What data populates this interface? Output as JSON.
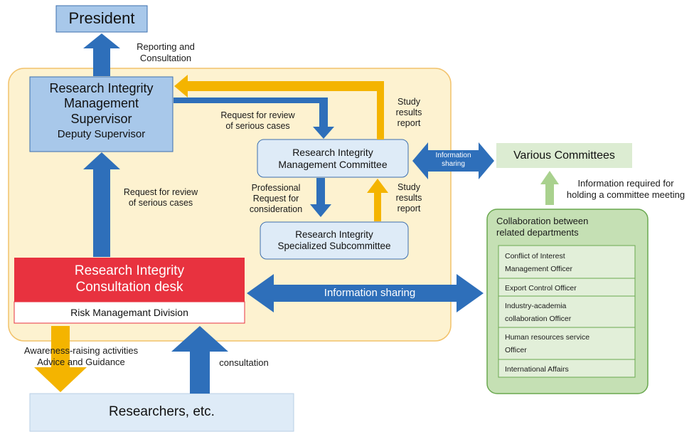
{
  "colors": {
    "blue_arrow": "#2e6fba",
    "yellow_arrow": "#f4b400",
    "green_arrow": "#a9d18e",
    "org_bg": "#fdf2d0",
    "org_border": "#f2c26b",
    "consult_red": "#e8323f",
    "green_panel": "#c5e0b4",
    "green_border": "#6aa84f",
    "light_blue": "#deebf7",
    "mid_blue": "#a8c8ea"
  },
  "nodes": {
    "president": "President",
    "supervisor": "Research Integrity\nManagement\nSupervisor",
    "deputy": "Deputy Supervisor",
    "committee": "Research Integrity\nManagement Committee",
    "subcommittee": "Research Integrity\nSpecialized Subcommittee",
    "consultation_desk": "Research Integrity\nConsultation desk",
    "risk_division": "Risk Managemant Division",
    "various": "Various Committees",
    "researchers": "Researchers, etc."
  },
  "labels": {
    "reporting": "Reporting and\nConsultation",
    "request_top": "Request for review\nof serious cases",
    "study_top": "Study\nresults\nreport",
    "info_sharing_small": "Information\nsharing",
    "request_left": "Request for review\nof serious cases",
    "professional": "Professional\nRequest for\nconsideration",
    "study_bottom": "Study\nresults\nreport",
    "info_required": "Information required for\nholding a committee meeting",
    "info_sharing_big": "Information sharing",
    "awareness": "Awareness-raising activities\nAdvice and Guidance",
    "consultation": "consultation"
  },
  "collaboration": {
    "title": "Collaboration between\nrelated departments",
    "items": [
      "Conflict of Interest\nManagement Officer",
      "Export Control Officer",
      "Industry-academia\ncollaboration Officer",
      "Human resources service\nOfficer",
      "International Affairs"
    ]
  }
}
